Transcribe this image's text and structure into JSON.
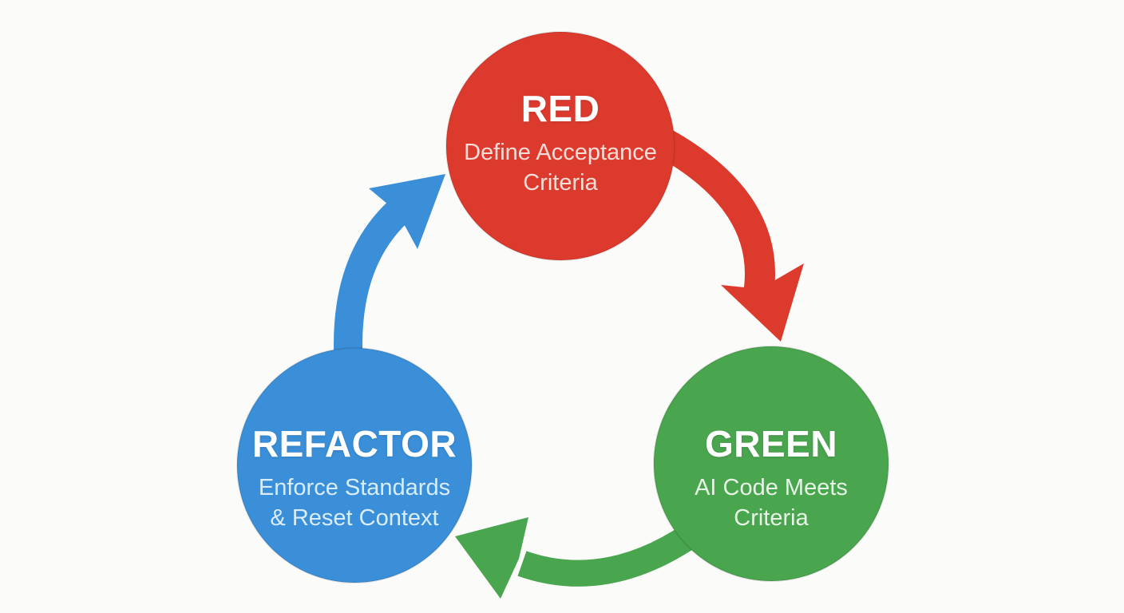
{
  "diagram": {
    "type": "cycle",
    "nodes": [
      {
        "id": "red",
        "label": "RED",
        "description": "Define Acceptance Criteria",
        "description_lines": [
          "Define Acceptance",
          "Criteria"
        ],
        "color": "#dd3a2e",
        "title_color": "#ffffff",
        "subtitle_color": "#f7dcd7"
      },
      {
        "id": "green",
        "label": "GREEN",
        "description": "AI Code Meets Criteria",
        "description_lines": [
          "AI Code Meets",
          "Criteria"
        ],
        "color": "#4aa54f",
        "title_color": "#ffffff",
        "subtitle_color": "#e6f4e6"
      },
      {
        "id": "refactor",
        "label": "REFACTOR",
        "description": "Enforce Standards & Reset Context",
        "description_lines": [
          "Enforce Standards",
          "& Reset Context"
        ],
        "color": "#3a8fd8",
        "title_color": "#ffffff",
        "subtitle_color": "#d8edfb"
      }
    ],
    "edges": [
      {
        "from": "RED",
        "to": "GREEN",
        "color": "#dd3a2e"
      },
      {
        "from": "GREEN",
        "to": "REFACTOR",
        "color": "#4aa54f"
      },
      {
        "from": "REFACTOR",
        "to": "RED",
        "color": "#3a8fd8"
      }
    ]
  }
}
